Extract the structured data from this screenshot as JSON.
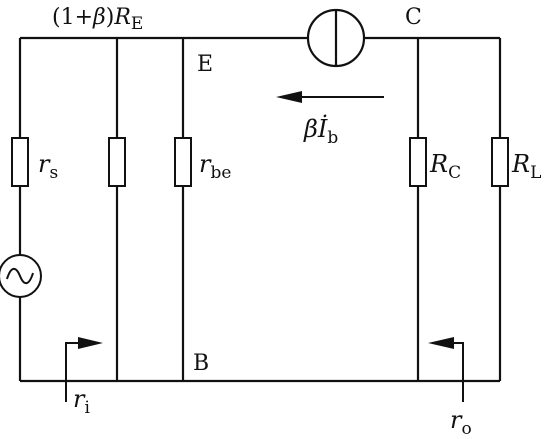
{
  "labels": {
    "re": {
      "prefix": "(1+",
      "beta": "β",
      "mid": ")",
      "var": "R",
      "sub": "E"
    },
    "node_e": "E",
    "node_c": "C",
    "node_b": "B",
    "rs": {
      "var": "r",
      "sub": "s"
    },
    "rbe": {
      "var": "r",
      "sub": "be"
    },
    "rc": {
      "var": "R",
      "sub": "C"
    },
    "rl": {
      "var": "R",
      "sub": "L"
    },
    "current": {
      "beta": "β",
      "var": "İ",
      "sub": "b"
    },
    "ri": {
      "var": "r",
      "sub": "i"
    },
    "ro": {
      "var": "r",
      "sub": "o"
    }
  }
}
